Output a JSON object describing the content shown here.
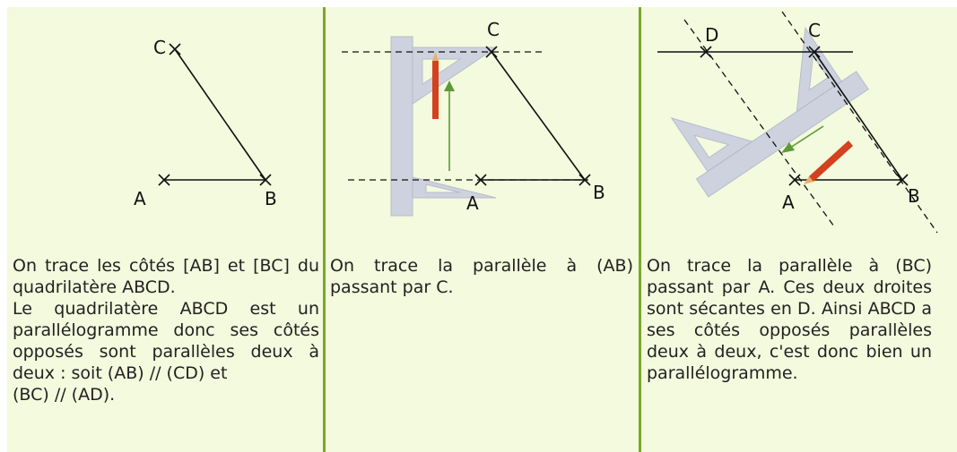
{
  "panels": [
    {
      "labels": {
        "C": "C",
        "A": "A",
        "B": "B"
      },
      "caption": [
        "On trace les côtés [AB] et [BC] du quadrilatère ABCD.",
        "Le quadrilatère ABCD est un parallélogramme donc ses côtés opposés sont parallèles deux à deux : soit (AB) // (CD) et",
        "(BC) // (AD)."
      ]
    },
    {
      "labels": {
        "C": "C",
        "A": "A",
        "B": "B"
      },
      "caption": [
        "On trace la parallèle à (AB) passant par C."
      ]
    },
    {
      "labels": {
        "D": "D",
        "C": "C",
        "A": "A",
        "B": "B"
      },
      "caption": [
        "On trace la parallèle à (BC) passant par A. Ces deux droites sont sécantes en D. Ainsi ABCD a ses côtés opposés parallèles deux à deux, c'est donc bien un parallélogramme."
      ]
    }
  ],
  "colors": {
    "background": "#f3fadd",
    "divider": "#7aa82b",
    "arrow": "#5d9a3a",
    "pencil": "#d4411f",
    "set_square": "#ccd0df"
  }
}
